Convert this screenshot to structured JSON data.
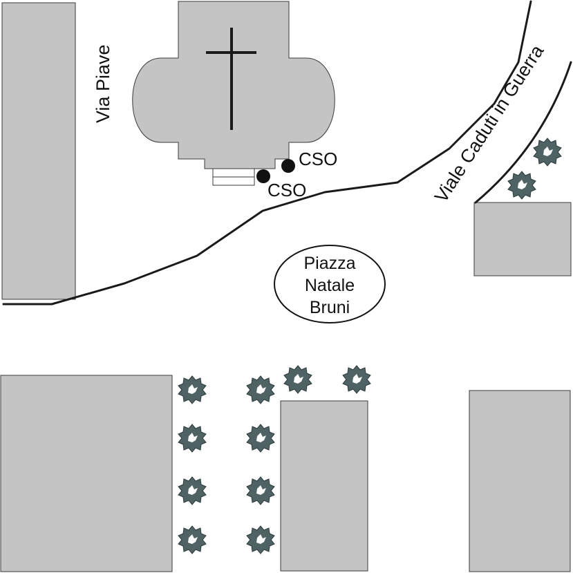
{
  "map": {
    "streets": {
      "via_piave": "Via Piave",
      "viale_caduti": "Viale Caduti in Guerra"
    },
    "square": {
      "line1": "Piazza",
      "line2": "Natale",
      "line3": "Bruni"
    },
    "markers": [
      {
        "label": "CSO"
      },
      {
        "label": "CSO"
      }
    ],
    "colors": {
      "building": "#c4c4c4",
      "tree": "#4f6264",
      "marker": "#111111"
    },
    "icons": {
      "church": "church-icon",
      "tree": "tree-icon",
      "marker": "cso-marker-dot"
    }
  }
}
